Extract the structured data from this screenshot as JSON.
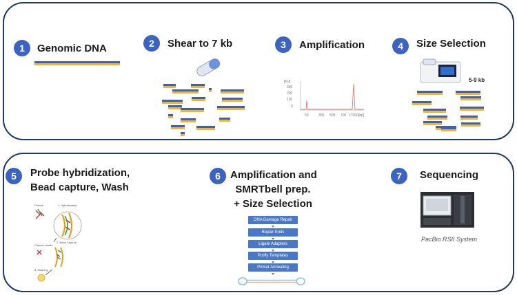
{
  "steps": [
    {
      "num": "1",
      "label": "Genomic DNA"
    },
    {
      "num": "2",
      "label": "Shear to 7 kb"
    },
    {
      "num": "3",
      "label": "Amplification"
    },
    {
      "num": "4",
      "label": "Size Selection"
    },
    {
      "num": "5",
      "label_line1": "Probe hybridization,",
      "label_line2": "Bead capture, Wash"
    },
    {
      "num": "6",
      "label_line1": "Amplification and",
      "label_line2": "SMRTbell prep.",
      "label_line3": "+ Size Selection"
    },
    {
      "num": "7",
      "label": "Sequencing"
    }
  ],
  "size_selection_range": "5-9 kb",
  "sequencer_caption": "PacBio RSII System",
  "bioanalyzer": {
    "y_ticks": [
      "300",
      "200",
      "100",
      "0"
    ],
    "y_unit": "[FU]",
    "x_ticks": [
      "50",
      "300",
      "500",
      "700",
      "17000"
    ],
    "x_unit": "[bp]"
  },
  "smrtbell_steps": [
    "DNA Damage Repair",
    "Repair Ends",
    "Ligate Adapters",
    "Purify Templates",
    "Primer Annealing"
  ],
  "capture_labels": {
    "probe": "Probes",
    "hyb": "1. Hybridization",
    "beads": "Capture beads",
    "capture": "2. Bead Capture",
    "wash": "3. Washing"
  },
  "colors": {
    "border": "#1f3864",
    "badge": "#3a63c4",
    "strand_top": "#3a5fc8",
    "strand_bottom": "#f4b71f"
  }
}
